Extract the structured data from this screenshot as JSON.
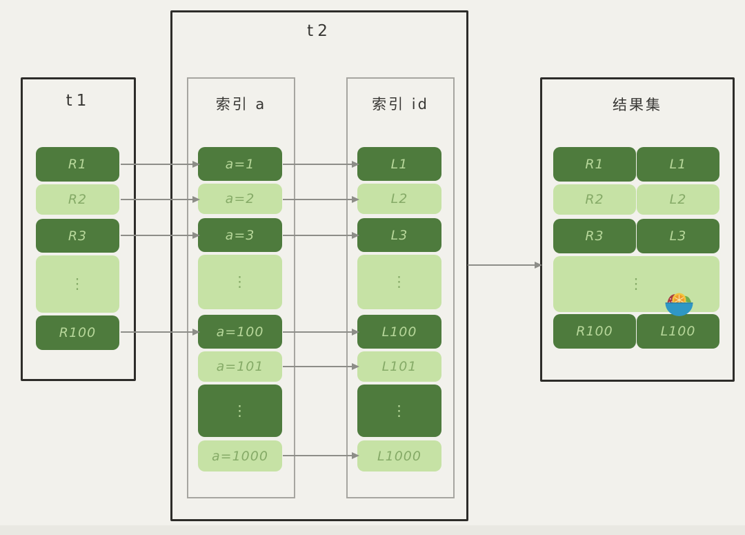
{
  "diagram": {
    "t1": {
      "title": "t1",
      "rows": [
        {
          "label": "R1",
          "variant": "dark"
        },
        {
          "label": "R2",
          "variant": "light"
        },
        {
          "label": "R3",
          "variant": "dark"
        },
        {
          "label": "⋮",
          "variant": "light"
        },
        {
          "label": "R100",
          "variant": "dark"
        }
      ]
    },
    "t2": {
      "title": "t2",
      "index_a": {
        "title": "索引 a",
        "rows": [
          {
            "label": "a=1",
            "variant": "dark"
          },
          {
            "label": "a=2",
            "variant": "light"
          },
          {
            "label": "a=3",
            "variant": "dark"
          },
          {
            "label": "⋮",
            "variant": "light"
          },
          {
            "label": "a=100",
            "variant": "dark"
          },
          {
            "label": "a=101",
            "variant": "light"
          },
          {
            "label": "⋮",
            "variant": "dark"
          },
          {
            "label": "a=1000",
            "variant": "light"
          }
        ]
      },
      "index_id": {
        "title": "索引 id",
        "rows": [
          {
            "label": "L1",
            "variant": "dark"
          },
          {
            "label": "L2",
            "variant": "light"
          },
          {
            "label": "L3",
            "variant": "dark"
          },
          {
            "label": "⋮",
            "variant": "light"
          },
          {
            "label": "L100",
            "variant": "dark"
          },
          {
            "label": "L101",
            "variant": "light"
          },
          {
            "label": "⋮",
            "variant": "dark"
          },
          {
            "label": "L1000",
            "variant": "light"
          }
        ]
      }
    },
    "result": {
      "title": "结果集",
      "rows": [
        {
          "left": "R1",
          "right": "L1",
          "variant": "dark"
        },
        {
          "left": "R2",
          "right": "L2",
          "variant": "light"
        },
        {
          "left": "R3",
          "right": "L3",
          "variant": "dark"
        },
        {
          "dots": "⋮",
          "variant": "light"
        },
        {
          "left": "R100",
          "right": "L100",
          "variant": "dark"
        }
      ]
    },
    "arrows": {
      "t1_to_index_a": [
        "R1→a=1",
        "R2→a=2",
        "R3→a=3",
        "R100→a=100"
      ],
      "index_a_to_index_id": [
        "a=1→L1",
        "a=2→L2",
        "a=3→L3",
        "a=100→L100",
        "a=101→L101",
        "a=1000→L1000"
      ],
      "t2_to_result": [
        "t2→结果集"
      ]
    },
    "icons": {
      "fruit_bowl": "fruit-bowl-sticker"
    },
    "colors": {
      "background": "#f2f1ec",
      "dark_row": "#4e7b3d",
      "light_row": "#c6e2a5",
      "dark_row_text": "#b7d79a",
      "light_row_text": "#85aa67",
      "outer_border": "#2d2c29",
      "inner_border": "#a6a5a0",
      "arrow": "#8d8d88",
      "title_text": "#373633"
    }
  }
}
